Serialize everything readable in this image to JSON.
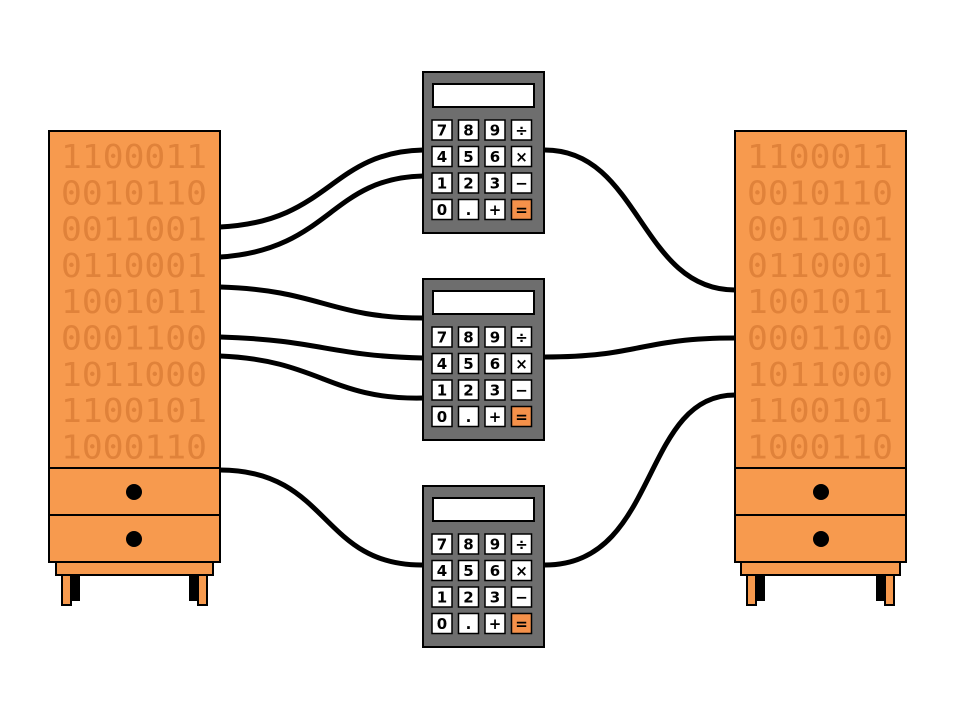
{
  "colors": {
    "cabinet": "#f79a4e",
    "cabinet_text": "#e0823a",
    "calculator_body": "#6e6e6e",
    "equals_key": "#f5914a",
    "wire": "#000000"
  },
  "left_server": {
    "rows": [
      "1100011",
      "0010110",
      "0011001",
      "0110001",
      "1001011",
      "0001100",
      "1011000",
      "1100101",
      "1000110"
    ]
  },
  "right_server": {
    "rows": [
      "1100011",
      "0010110",
      "0011001",
      "0110001",
      "1001011",
      "0001100",
      "1011000",
      "1100101",
      "1000110"
    ]
  },
  "calculator_keys": [
    [
      "7",
      "8",
      "9",
      "÷"
    ],
    [
      "4",
      "5",
      "6",
      "×"
    ],
    [
      "1",
      "2",
      "3",
      "−"
    ],
    [
      "0",
      ".",
      "+",
      "="
    ]
  ],
  "calculator_count": 3
}
